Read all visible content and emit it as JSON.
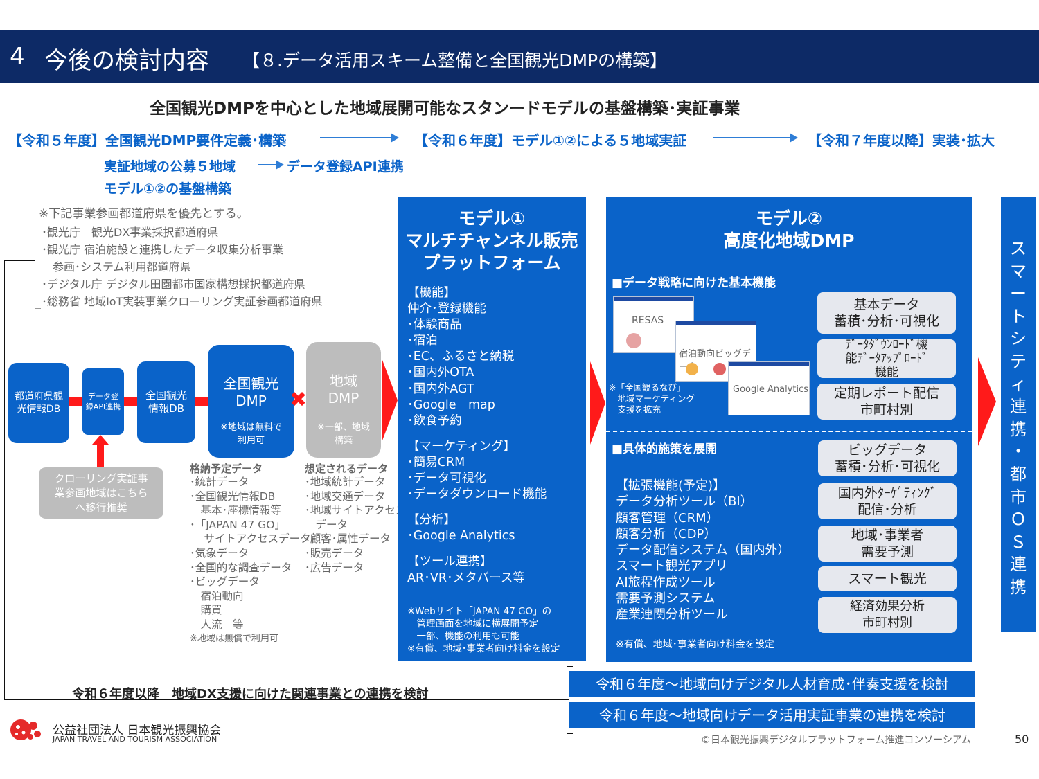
{
  "header": {
    "num": "4",
    "title": "今後の検討内容",
    "subtitle": "【８.データ活用スキーム整備と全国観光DMPの構築】"
  },
  "main_heading": "全国観光DMPを中心とした地域展開可能なスタンードモデルの基盤構築･実証事業",
  "timeline": {
    "r5": "【令和５年度】全国観光DMP要件定義･構築",
    "r6": "【令和６年度】モデル①②による５地域実証",
    "r7": "【令和７年度以降】実装･拡大",
    "sub1": "実証地域の公募５地域",
    "sub2": "データ登録API連携",
    "sub3": "モデル①②の基盤構築"
  },
  "priority": {
    "note": "※下記事業参画都道府県を優先とする。",
    "items": [
      "･観光庁　観光DX事業採択都道府県",
      "･観光庁 宿泊施設と連携したデータ収集分析事業",
      "　参画･システム利用都道府県",
      "･デジタル庁 デジタル田園都市国家構想採択都道府県",
      "･総務省 地域IoT実装事業クローリング実証参画都道府県"
    ]
  },
  "flow": {
    "box1": "都道府県観光情報DB",
    "box2": "データ登録API連携",
    "box3": "全国観光情報DB",
    "box4_title": "全国観光DMP",
    "box4_note": "※地域は無料で利用可",
    "box5_title": "地域DMP",
    "box5_note": "※一部、地域構築",
    "crawl": "クローリング実証事業参画地域はこちらへ移行推奨"
  },
  "storage": {
    "title": "格納予定データ",
    "items": [
      "･統計データ",
      "･全国観光情報DB",
      "　基本･座標情報等",
      "･「JAPAN 47 GO」",
      "　 サイトアクセスデータ",
      "･気象データ",
      "･全国的な調査データ",
      "･ビッグデータ",
      "　宿泊動向",
      "　購買",
      "　人流　等"
    ],
    "note": "※地域は無償で利用可"
  },
  "assumed": {
    "title": "想定されるデータ",
    "items": [
      "･地域統計データ",
      "･地域交通データ",
      "･地域サイトアクセス",
      "　データ",
      "･顧客･属性データ",
      "･販売データ",
      "･広告データ"
    ]
  },
  "model1": {
    "title1": "モデル①",
    "title2": "マルチチャンネル販売",
    "title3": "プラットフォーム",
    "lines": [
      "【機能】",
      "仲介･登録機能",
      "･体験商品",
      "･宿泊",
      "･EC、ふるさと納税",
      "･国内外OTA",
      "･国内外AGT",
      "･Google　map",
      "･飲食予約",
      "",
      "【マーケティング】",
      "･簡易CRM",
      "･データ可視化",
      "･データダウンロード機能",
      "",
      "【分析】",
      "･Google Analytics",
      "",
      "【ツール連携】",
      "AR･VR･メタバース等"
    ],
    "notes": [
      "※Webサイト「JAPAN 47 GO」の",
      "　管理画面を地域に横展開予定",
      "　一部、機能の利用も可能",
      "※有償、地域･事業者向け料金を設定"
    ]
  },
  "model2": {
    "title1": "モデル②",
    "title2": "高度化地域DMP",
    "sec1": "■データ戦略に向けた基本機能",
    "shot1": "RESAS",
    "shot2": "宿泊動向ビッグデータ",
    "shot3": "Google Analytics",
    "shot_note": [
      "※「全国観るなび」",
      "　地域マーケティング",
      "　支援を拡充"
    ],
    "sec2": "■具体的施策を展開",
    "ext_lines": [
      "【拡張機能(予定)】",
      "データ分析ツール（BI）",
      "顧客管理（CRM）",
      "顧客分析（CDP）",
      "データ配信システム（国内外）",
      "スマート観光アプリ",
      "AI旅程作成ツール",
      "需要予測システム",
      "産業連関分析ツール"
    ],
    "ext_note": "※有償、地域･事業者向け料金を設定",
    "basic_boxes": [
      {
        "l1": "基本データ",
        "l2": "蓄積･分析･可視化"
      },
      {
        "l1": "ﾃﾞｰﾀﾀﾞｳﾝﾛｰﾄﾞ機",
        "l2": "能ﾃﾞｰﾀｱｯﾌﾟﾛｰﾄﾞ",
        "l3": "機能"
      },
      {
        "l1": "定期レポート配信",
        "l2": "市町村別"
      }
    ],
    "measure_boxes": [
      {
        "l1": "ビッグデータ",
        "l2": "蓄積･分析･可視化"
      },
      {
        "l1": "国内外ﾀｰｹﾞﾃｨﾝｸﾞ",
        "l2": "配信･分析"
      },
      {
        "l1": "地域･事業者",
        "l2": "需要予測"
      },
      {
        "l1": "スマート観光",
        "l2": ""
      },
      {
        "l1": "経済効果分析",
        "l2": "市町村別"
      }
    ]
  },
  "vertical": [
    "ス",
    "マ",
    "ー",
    "ト",
    "シ",
    "テ",
    "ィ",
    "連",
    "携",
    "・",
    "都",
    "市",
    "Ｏ",
    "Ｓ",
    "連",
    "携"
  ],
  "bottom": {
    "left": "令和６年度以降　地域DX支援に向けた関連事業との連携を検討",
    "bar1": "令和６年度～地域向けデジタル人材育成･伴奏支援を検討",
    "bar2": "令和６年度～地域向けデータ活用実証事業の連携を検討",
    "org_jp": "公益社団法人 日本観光振興協会",
    "org_en": "JAPAN TRAVEL AND TOURISM ASSOCIATION",
    "copyright": "©日本観光振興デジタルプラットフォーム推進コンソーシアム",
    "page": "50"
  },
  "colors": {
    "navy": "#0d2a66",
    "blue": "#0a63c9",
    "red": "#ff1a1a",
    "gray": "#bdbdbd"
  }
}
